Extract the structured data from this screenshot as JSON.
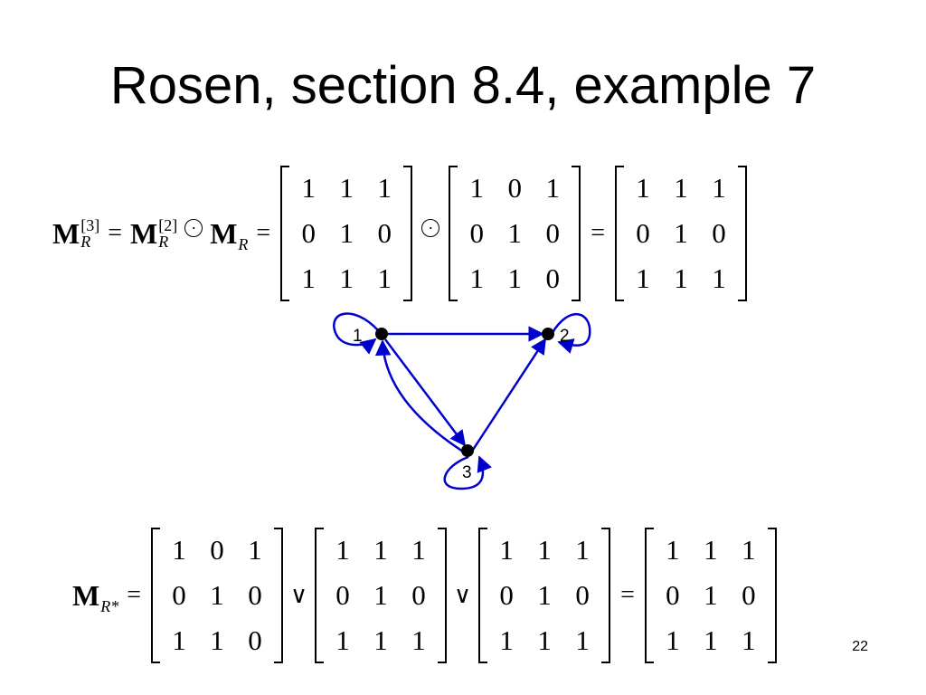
{
  "slide": {
    "title": "Rosen, section 8.4, example 7",
    "page_number": "22"
  },
  "equation1": {
    "lhs": {
      "symbol": "M",
      "superscript": "[3]",
      "subscript": "R"
    },
    "eq_sign": "=",
    "term1": {
      "symbol": "M",
      "superscript": "[2]",
      "subscript": "R"
    },
    "operator": "⊙",
    "term2": {
      "symbol": "M",
      "subscript": "R"
    },
    "matrices": [
      [
        [
          "1",
          "1",
          "1"
        ],
        [
          "0",
          "1",
          "0"
        ],
        [
          "1",
          "1",
          "1"
        ]
      ],
      [
        [
          "1",
          "0",
          "1"
        ],
        [
          "0",
          "1",
          "0"
        ],
        [
          "1",
          "1",
          "0"
        ]
      ],
      [
        [
          "1",
          "1",
          "1"
        ],
        [
          "0",
          "1",
          "0"
        ],
        [
          "1",
          "1",
          "1"
        ]
      ]
    ]
  },
  "equation2": {
    "lhs": {
      "symbol": "M",
      "subscript": "R*"
    },
    "eq_sign": "=",
    "operator": "∨",
    "matrices": [
      [
        [
          "1",
          "0",
          "1"
        ],
        [
          "0",
          "1",
          "0"
        ],
        [
          "1",
          "1",
          "0"
        ]
      ],
      [
        [
          "1",
          "1",
          "1"
        ],
        [
          "0",
          "1",
          "0"
        ],
        [
          "1",
          "1",
          "1"
        ]
      ],
      [
        [
          "1",
          "1",
          "1"
        ],
        [
          "0",
          "1",
          "0"
        ],
        [
          "1",
          "1",
          "1"
        ]
      ],
      [
        [
          "1",
          "1",
          "1"
        ],
        [
          "0",
          "1",
          "0"
        ],
        [
          "1",
          "1",
          "1"
        ]
      ]
    ]
  },
  "graph": {
    "nodes": [
      {
        "id": "1",
        "label": "1"
      },
      {
        "id": "2",
        "label": "2"
      },
      {
        "id": "3",
        "label": "3"
      }
    ],
    "edges": [
      {
        "from": "1",
        "to": "1"
      },
      {
        "from": "2",
        "to": "2"
      },
      {
        "from": "3",
        "to": "3"
      },
      {
        "from": "1",
        "to": "2"
      },
      {
        "from": "3",
        "to": "2"
      },
      {
        "from": "1",
        "to": "3"
      },
      {
        "from": "3",
        "to": "1"
      }
    ],
    "edge_color": "#0000cc",
    "node_color": "#000000"
  }
}
